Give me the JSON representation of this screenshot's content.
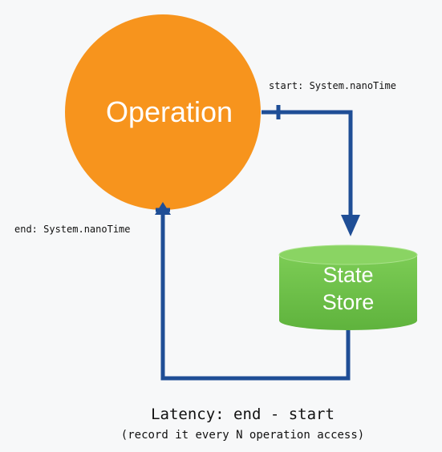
{
  "nodes": {
    "operation": {
      "label": "Operation",
      "color": "#f7941d"
    },
    "state_store": {
      "label_line1": "State",
      "label_line2": "Store",
      "color": "#6cc24a"
    }
  },
  "edges": {
    "start_label": "start: System.nanoTime",
    "end_label": "end: System.nanoTime",
    "color": "#1f4e96"
  },
  "caption": {
    "title": "Latency: end - start",
    "subtitle": "(record it every N operation access)"
  }
}
